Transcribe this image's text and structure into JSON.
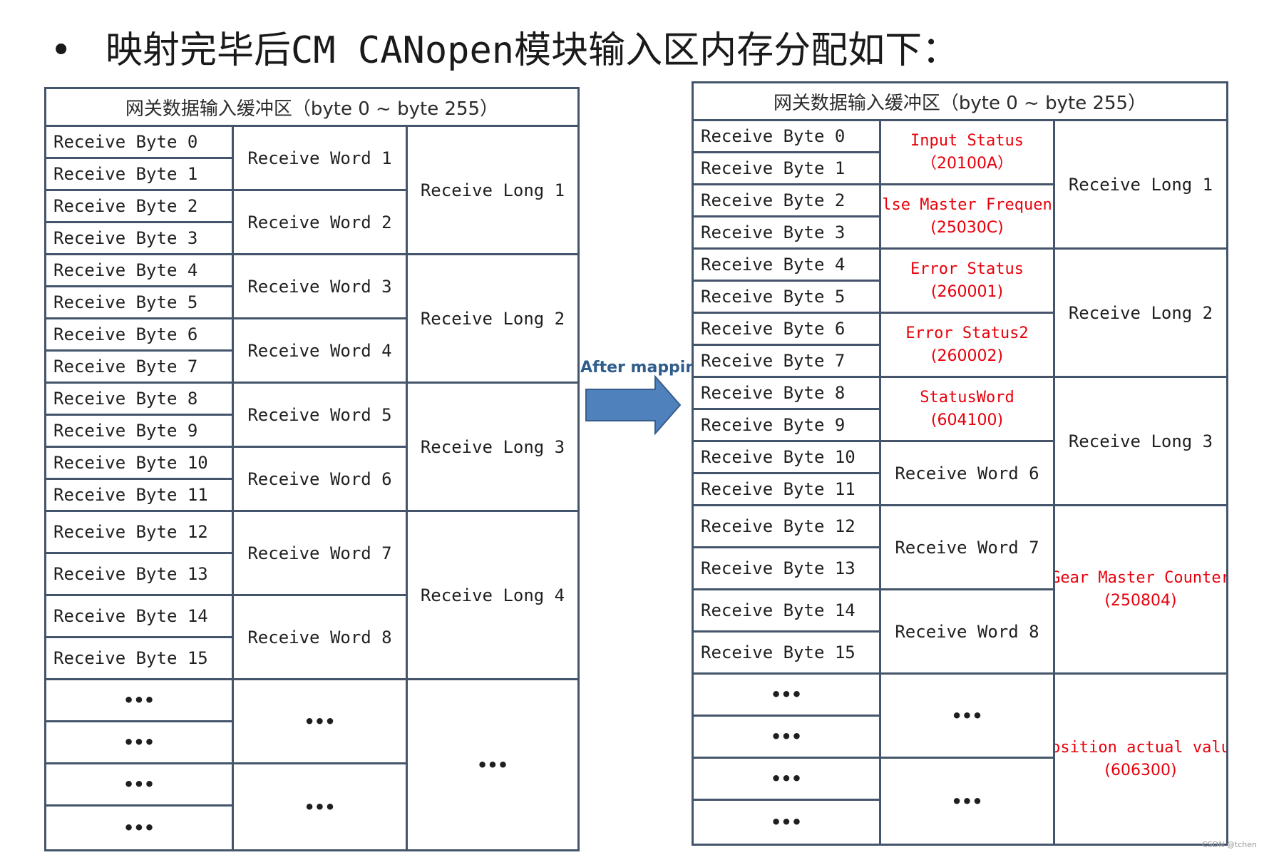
{
  "title": "映射完毕后CM CANopen模块输入区内存分配如下：",
  "bullet": "•",
  "arrow_label": "After mapping",
  "watermark": "CSDN @tchen",
  "left_table": {
    "header": "网关数据输入缓冲区（byte 0 ~ byte 255）",
    "bytes": [
      "Receive Byte 0",
      "Receive Byte 1",
      "Receive Byte 2",
      "Receive Byte 3",
      "Receive Byte 4",
      "Receive Byte 5",
      "Receive Byte 6",
      "Receive Byte 7",
      "Receive Byte 8",
      "Receive Byte 9",
      "Receive Byte 10",
      "Receive Byte 11",
      "Receive Byte 12",
      "Receive Byte 13",
      "Receive Byte 14",
      "Receive Byte 15",
      "•••",
      "•••",
      "•••",
      "•••"
    ],
    "words": [
      "Receive Word 1",
      "Receive Word 2",
      "Receive Word 3",
      "Receive Word 4",
      "Receive Word 5",
      "Receive Word 6",
      "Receive Word 7",
      "Receive Word 8",
      "•••",
      "•••"
    ],
    "longs": [
      "Receive Long 1",
      "Receive Long 2",
      "Receive Long 3",
      "Receive Long 4",
      "•••"
    ]
  },
  "right_table": {
    "header": "网关数据输入缓冲区（byte 0 ~ byte 255）",
    "bytes": [
      "Receive Byte 0",
      "Receive Byte 1",
      "Receive Byte 2",
      "Receive Byte 3",
      "Receive Byte 4",
      "Receive Byte 5",
      "Receive Byte 6",
      "Receive Byte 7",
      "Receive Byte 8",
      "Receive Byte 9",
      "Receive Byte 10",
      "Receive Byte 11",
      "Receive Byte 12",
      "Receive Byte 13",
      "Receive Byte 14",
      "Receive Byte 15",
      "•••",
      "•••",
      "•••",
      "•••"
    ],
    "input_status": {
      "name": "Input Status",
      "index": "（20100A）"
    },
    "pulse_master": {
      "name": "Pulse Master Frequence",
      "index": "(25030C)"
    },
    "error_status": {
      "name": "Error Status",
      "index": "(260001)"
    },
    "error_status2": {
      "name": "Error Status2",
      "index": "(260002)"
    },
    "status_word": {
      "name": "StatusWord",
      "index": "(604100)"
    },
    "word6": "Receive Word 6",
    "word7": "Receive Word 7",
    "word8": "Receive Word 8",
    "dots_word_a": "•••",
    "dots_word_b": "•••",
    "long1": "Receive Long 1",
    "long2": "Receive Long 2",
    "long3": "Receive Long 3",
    "gear_master": {
      "name": "Gear Master Counter",
      "index": "(250804)"
    },
    "position_actual": {
      "name": "Position actual value",
      "index": "(606300)"
    }
  },
  "colors": {
    "grid": "#44546a",
    "mapped_text": "#e8000b",
    "arrow": "#4f81bd",
    "arrow_label": "#2f5d8e"
  }
}
